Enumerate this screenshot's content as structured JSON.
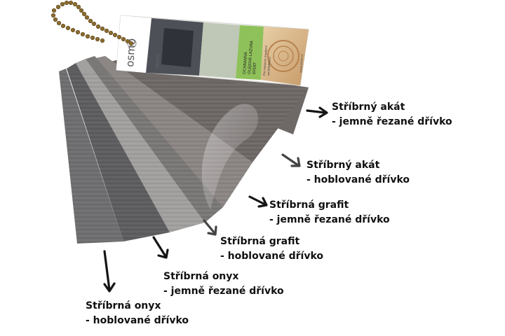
{
  "tag": {
    "brand": "osmo",
    "series": "VENKU",
    "lines": [
      "OCHRANNÁ",
      "OLEJOVÁ LAZURA",
      "EFEKT"
    ],
    "small_lines": [
      "Pro masivní moderní",
      "architekturu!"
    ],
    "url": "www.osmo.cz"
  },
  "labels": [
    {
      "name": "Stříbrný akát",
      "finish": "- jemně řezané dřívko",
      "swatch_color": "#6e6866"
    },
    {
      "name": "Stříbrný akát",
      "finish": "- hoblované dřívko",
      "swatch_color": "#8c8684"
    },
    {
      "name": "Stříbrná grafit",
      "finish": "- jemně řezané dřívko",
      "swatch_color": "#7a7876"
    },
    {
      "name": "Stříbrná grafit",
      "finish": "- hoblované dřívko",
      "swatch_color": "#a3a19f"
    },
    {
      "name": "Stříbrná onyx",
      "finish": "- jemně řezané dřívko",
      "swatch_color": "#5e5e60"
    },
    {
      "name": "Stříbrná onyx",
      "finish": "- hoblované dřívko",
      "swatch_color": "#6f6f71"
    }
  ],
  "colors": {
    "chain": "#8a6a2e",
    "tag_green": "#8fc15a",
    "text": "#111111",
    "arrow": "#151515"
  }
}
